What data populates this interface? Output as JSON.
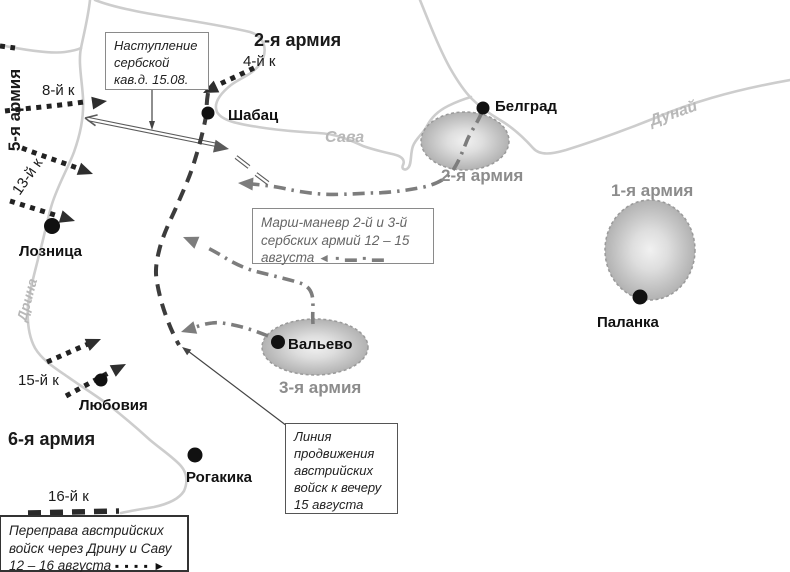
{
  "colors": {
    "river": "#cdcdcd",
    "river_label": "#b8b8b8",
    "text_black": "#1a1a1a",
    "army_gray": "#8c8c8c",
    "march_route_gray": "#7d7d7d",
    "front_line_dark": "#3c3c3c",
    "blob_edge": "#9a9a9a",
    "blob_center": "#f0f0f0"
  },
  "armies": {
    "army2_top": "2-я армия",
    "army5": "5-я армия",
    "army6": "6-я армия",
    "army1_gray": "1-я армия",
    "army2_gray": "2-я армия",
    "army3_gray": "3-я армия"
  },
  "corps": {
    "c8": "8-й к",
    "c4": "4-й к",
    "c13": "13-й к",
    "c15": "15-й к",
    "c16": "16-й к"
  },
  "cities": {
    "sabac": "Шабац",
    "belgrade": "Белград",
    "loznica": "Лозница",
    "valjevo": "Вальево",
    "palanka": "Паланка",
    "ljubovija": "Любовия",
    "rogatica": "Рогакика"
  },
  "rivers": {
    "sava": "Сава",
    "danube": "Дунай",
    "drina": "Дрина"
  },
  "callouts": {
    "cavalry": {
      "text": "Наступление\nсербской\nкав.д. 15.08."
    },
    "march": {
      "text": "Марш-маневр 2-й и 3-й\nсербских армий 12 – 15\nавгуста",
      "symbol": "◄ ▪ ▬ ▪ ▬"
    },
    "frontline": {
      "text": "Линия\nпродвижения\nавстрийских\nвойск к вечеру\n15 августа"
    },
    "crossing": {
      "text": "Переправа австрийских\nвойск через Дрину и Саву\n12 – 16 августа",
      "symbol": "▪ ▪ ▪ ▪ ►"
    }
  }
}
